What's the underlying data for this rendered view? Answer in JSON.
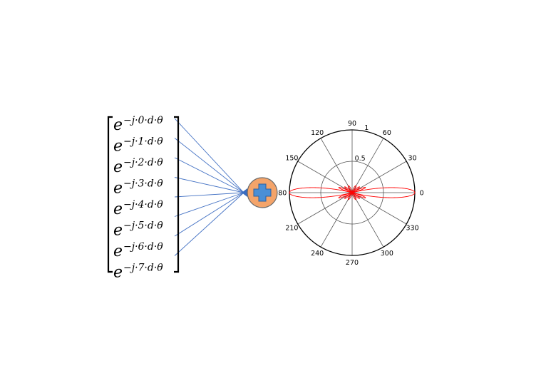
{
  "vector": {
    "base": "e",
    "entries": [
      {
        "exponent": "−j·0·d·θ"
      },
      {
        "exponent": "−j·1·d·θ"
      },
      {
        "exponent": "−j·2·d·θ"
      },
      {
        "exponent": "−j·3·d·θ"
      },
      {
        "exponent": "−j·4·d·θ"
      },
      {
        "exponent": "−j·5·d·θ"
      },
      {
        "exponent": "−j·6·d·θ"
      },
      {
        "exponent": "−j·7·d·θ"
      }
    ]
  },
  "summer": {
    "icon": "plus-icon",
    "fill_color": "#f4a46a",
    "plus_color": "#4a8fd6"
  },
  "wire_color": "#4472c4",
  "chart_data": {
    "type": "polar",
    "title": "",
    "angle_labels": [
      {
        "deg": 0,
        "text": "0"
      },
      {
        "deg": 30,
        "text": "30"
      },
      {
        "deg": 60,
        "text": "60"
      },
      {
        "deg": 90,
        "text": "90"
      },
      {
        "deg": 120,
        "text": "120"
      },
      {
        "deg": 150,
        "text": "150"
      },
      {
        "deg": 180,
        "text": "80"
      },
      {
        "deg": 210,
        "text": "210"
      },
      {
        "deg": 240,
        "text": "240"
      },
      {
        "deg": 270,
        "text": "270"
      },
      {
        "deg": 300,
        "text": "300"
      },
      {
        "deg": 330,
        "text": "330"
      }
    ],
    "radial_labels": [
      {
        "r": 0.5,
        "text": "0.5"
      },
      {
        "r": 1,
        "text": "1"
      }
    ],
    "rlim": [
      0,
      1
    ],
    "grid": true,
    "series": [
      {
        "color": "#ff0000",
        "pattern": "array-factor",
        "elements": 8,
        "main_lobe_peak": 1.0,
        "main_lobe_directions_deg": [
          0,
          180
        ]
      }
    ]
  }
}
